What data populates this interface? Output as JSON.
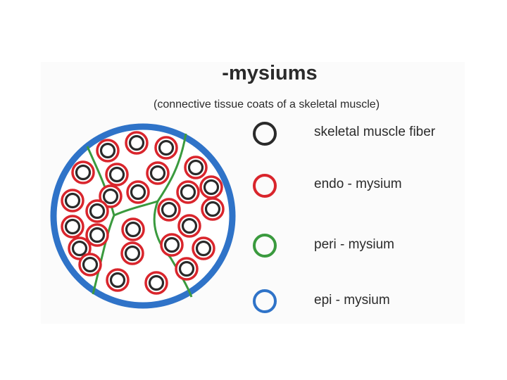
{
  "title": "-mysiums",
  "subtitle": "(connective tissue coats of a skeletal muscle)",
  "legend": [
    {
      "label": "skeletal muscle fiber",
      "color": "#2a2a2a",
      "icon": "black-ring-icon"
    },
    {
      "label": "endo - mysium",
      "color": "#d9252c",
      "icon": "red-ring-icon"
    },
    {
      "label": "peri - mysium",
      "color": "#3a9a3e",
      "icon": "green-ring-icon"
    },
    {
      "label": "epi - mysium",
      "color": "#2f73c8",
      "icon": "blue-ring-icon"
    }
  ],
  "colors": {
    "fiber": "#2a2a2a",
    "endomysium": "#d9252c",
    "perimysium": "#3a9a3e",
    "epimysium": "#2f73c8"
  }
}
